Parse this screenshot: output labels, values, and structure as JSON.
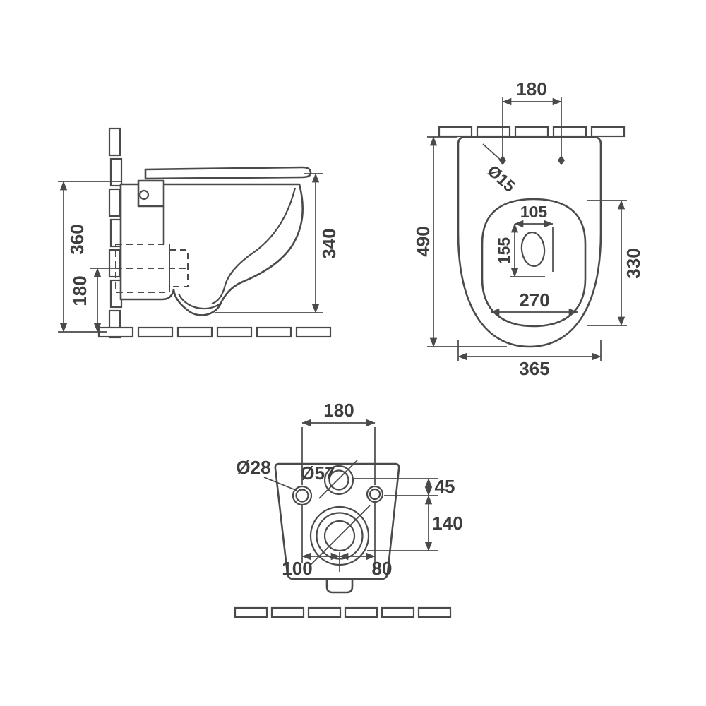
{
  "style": {
    "line_color": "#4a4a4a",
    "text_color": "#3d3d3d",
    "background": "#ffffff"
  },
  "side_view": {
    "height_overall": "360",
    "height_outlet": "180",
    "height_body": "340"
  },
  "top_view": {
    "fixing_spacing": "180",
    "fixing_hole_diameter": "Ø15",
    "depth": "490",
    "flush_width": "105",
    "flush_depth": "155",
    "bowl_opening_length": "330",
    "bowl_opening_width": "270",
    "width_overall": "365"
  },
  "bottom_view": {
    "fixing_spacing": "180",
    "fixing_hole_diameter": "Ø28",
    "inlet_diameter": "Ø57",
    "inlet_to_fixing": "45",
    "fixing_to_outlet": "140",
    "outlet_offset_left": "100",
    "outlet_offset_right": "80"
  }
}
